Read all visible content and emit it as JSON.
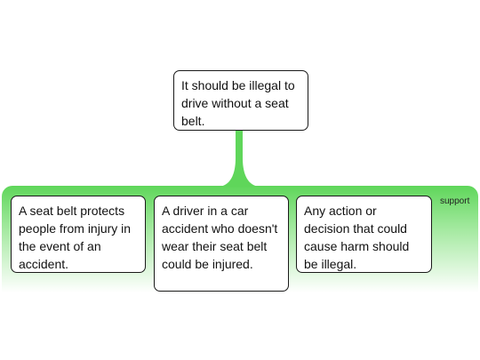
{
  "claim": {
    "text": "It should be illegal to drive without a seat belt."
  },
  "support_group": {
    "label": "support",
    "reasons": [
      {
        "text": "A seat belt protects people from injury in the event of an accident."
      },
      {
        "text": "A driver in a car accident who doesn't wear their seat belt could be injured."
      },
      {
        "text": "Any action or decision that could cause harm should be illegal."
      }
    ]
  },
  "colors": {
    "support_green": "#5fd65a",
    "connector_green": "#5fd65a",
    "node_border": "#1a1a1a"
  }
}
